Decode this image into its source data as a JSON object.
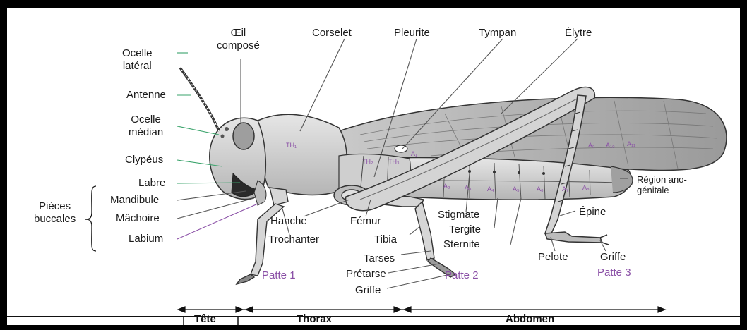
{
  "labels": {
    "ocelle_lateral": "Ocelle\nlatéral",
    "antenne": "Antenne",
    "ocelle_median": "Ocelle\nmédian",
    "clypeus": "Clypéus",
    "labre": "Labre",
    "mandibule": "Mandibule",
    "machoire": "Mâchoire",
    "labium": "Labium",
    "pieces_buccales": "Pièces\nbuccales",
    "oeil_compose": "Œil\ncomposé",
    "corselet": "Corselet",
    "pleurite": "Pleurite",
    "tympan": "Tympan",
    "elytre": "Élytre",
    "region_ano_genitale": "Région ano-\ngénitale",
    "epine": "Épine",
    "griffe_3": "Griffe",
    "pelote": "Pelote",
    "hanche": "Hanche",
    "femur": "Fémur",
    "trochanter": "Trochanter",
    "tibia": "Tibia",
    "tarses": "Tarses",
    "pretarse": "Prétarse",
    "griffe_2": "Griffe",
    "stigmate": "Stigmate",
    "tergite": "Tergite",
    "sternite": "Sternite"
  },
  "legs": {
    "patte_1": "Patte 1",
    "patte_2": "Patte 2",
    "patte_3": "Patte 3"
  },
  "segments": {
    "th1": "TH₁",
    "th2": "TH₂",
    "th3": "TH₃",
    "a1": "A₁",
    "a2": "A₂",
    "a3": "A₃",
    "a4": "A₄",
    "a5": "A₅",
    "a6": "A₆",
    "a7": "A₇",
    "a8": "A₈",
    "a9": "A₉",
    "a10": "A₁₀",
    "a11": "A₁₁"
  },
  "body_regions": {
    "tete": "Tête",
    "thorax": "Thorax",
    "abdomen": "Abdomen"
  },
  "colors": {
    "label_text": "#1a1a1a",
    "leader_green": "#3aa36b",
    "leader_purple": "#8a4fa6",
    "leader_grey": "#555555",
    "body_fill": "#d9d9d9",
    "body_dark": "#8c8c8c",
    "patte_text": "#8a4fa6"
  }
}
